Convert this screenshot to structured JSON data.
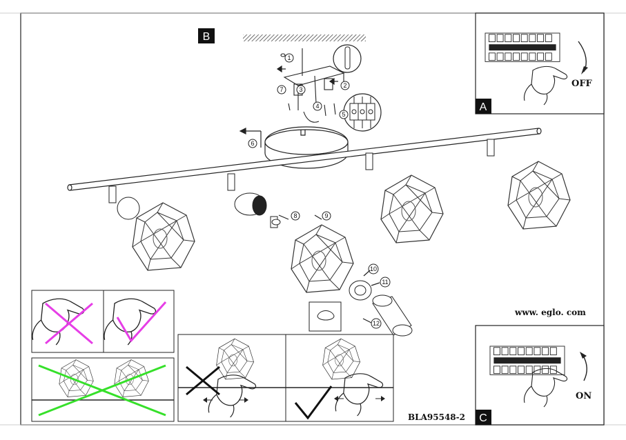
{
  "labels": {
    "section_b": "B",
    "section_a": "A",
    "section_c": "C",
    "off": "OFF",
    "on": "ON",
    "website": "www. eglo. com",
    "doc_code": "BLA95548-2"
  },
  "steps": [
    "1",
    "2",
    "3",
    "4",
    "5",
    "6",
    "7",
    "8",
    "9",
    "10",
    "11",
    "12"
  ],
  "colors": {
    "wrong_magenta": "#e63ee6",
    "right_magenta": "#e63ee6",
    "cross_green": "#36e02a",
    "line": "#222222"
  },
  "icons": [
    "hand-icon",
    "lamp-shade-icon",
    "fuse-box-icon",
    "arrow-icon",
    "wrench-icon"
  ]
}
